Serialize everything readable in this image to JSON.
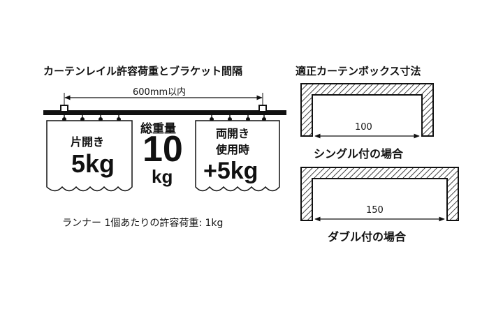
{
  "rail": {
    "title": "カーテンレイル許容荷重とブラケット間隔",
    "bracket_spacing": "600mm以内",
    "left_curtain": {
      "label": "片開き",
      "load": "5kg"
    },
    "total": {
      "label": "総重量",
      "value": "10",
      "unit": "kg"
    },
    "right_curtain": {
      "label_line1": "両開き",
      "label_line2": "使用時",
      "load": "+5kg"
    },
    "runner_note": "ランナー 1個あたりの許容荷重: 1kg"
  },
  "box": {
    "title": "適正カーテンボックス寸法",
    "single": {
      "dimension": "100",
      "caption": "シングル付の場合"
    },
    "double": {
      "dimension": "150",
      "caption": "ダブル付の場合"
    }
  },
  "colors": {
    "ink": "#111111",
    "background": "#ffffff"
  }
}
